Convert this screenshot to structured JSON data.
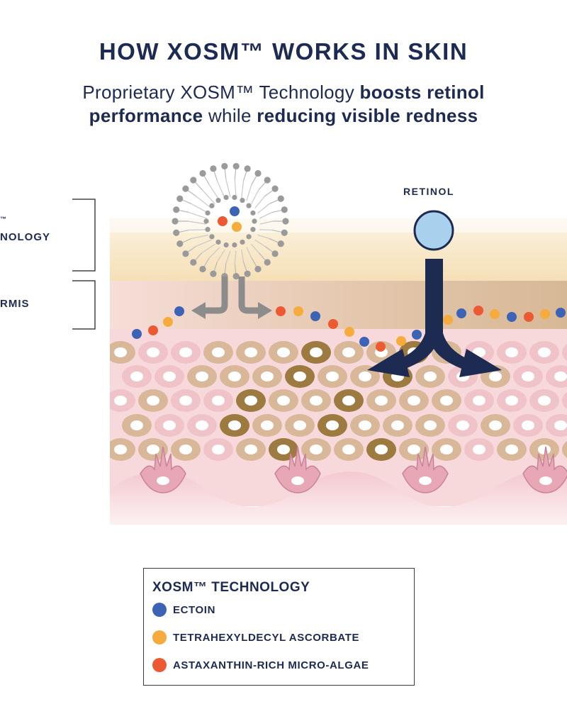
{
  "title": "HOW XOSM™ WORKS IN SKIN",
  "subtitle": {
    "part1": "Proprietary XOSM™ Technology ",
    "bold1": "boosts retinol performance",
    "part2": " while ",
    "bold2": "reducing visible redness"
  },
  "side_labels": {
    "tm": "™",
    "technology": "NOLOGY",
    "dermis": "RMIS"
  },
  "retinol_label": "RETINOL",
  "legend": {
    "title": "XOSM™ TECHNOLOGY",
    "items": [
      {
        "label": "ECTOIN",
        "color": "#3d63b4"
      },
      {
        "label": "TETRAHEXYLDECYL ASCORBATE",
        "color": "#f6ac3c"
      },
      {
        "label": "ASTAXANTHIN-RICH MICRO-ALGAE",
        "color": "#ec5a33"
      }
    ]
  },
  "colors": {
    "navy": "#1d2a52",
    "ectoin": "#3d63b4",
    "ascorbate": "#f6ac3c",
    "algae": "#ec5a33",
    "retinol_fill": "#a9d1ee",
    "arrow_gray": "#8c8c8c"
  }
}
